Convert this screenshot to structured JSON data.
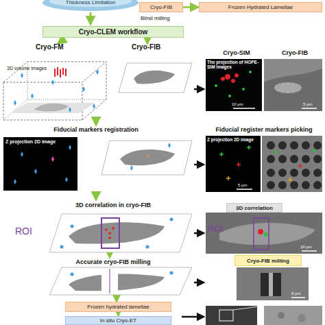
{
  "diagram": {
    "nodes": [
      {
        "text": [
          "Cryo-FIB"
        ]
      },
      {
        "text": [
          "Frozen Hydrated Lamellae"
        ]
      },
      {
        "text": [
          "Cryo-CLEM workflow"
        ]
      },
      {
        "text": [
          "3D correlation"
        ]
      },
      {
        "text": [
          "Cryo-FIB milling"
        ]
      },
      {
        "text": [
          "Frozen hydrated lamellae"
        ]
      },
      {
        "text": [
          "In situ Cryo-ET"
        ]
      }
    ],
    "edges": [
      {
        "from": 0,
        "to": 1,
        "arrow": "to"
      },
      {
        "from": 5,
        "to": 6,
        "arrow": "to"
      }
    ],
    "labels": [
      "Thickness Limitation",
      "Blind milling",
      "Cryo-FM",
      "Cryo-FIB",
      "3D volume images",
      "Cryo-SIM",
      "Cryo-FIB",
      "The projection of HOPE-SIM images",
      "10 μm",
      "5 μm",
      "Fiducial markers registration",
      "Fiducial register markers picking",
      "Z projection 2D image",
      "Z projection 2D image",
      "5 μm",
      "3D correlation in cryo-FIB",
      "ROI",
      "ROI",
      "10 μm",
      "Accurate cryo-FIB milling",
      "5 μm"
    ]
  }
}
